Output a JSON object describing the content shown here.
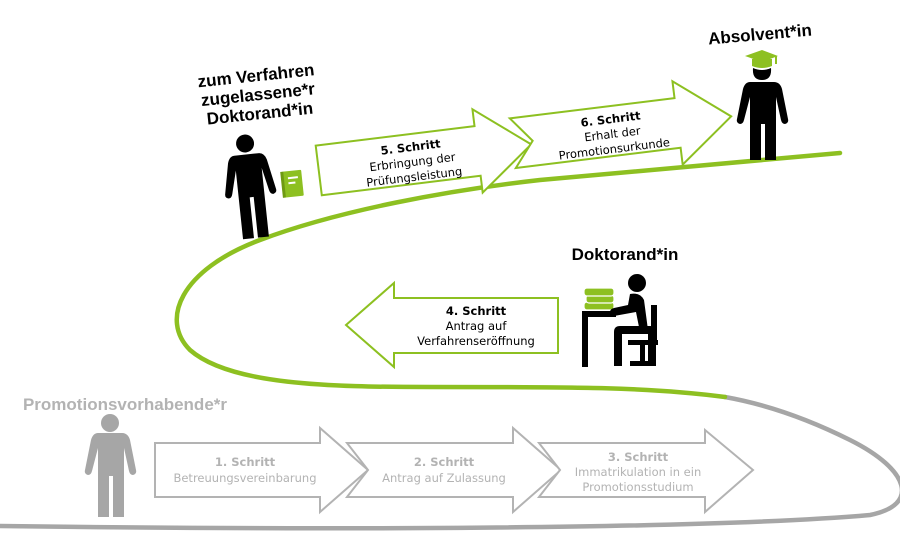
{
  "colors": {
    "green": "#8dc021",
    "gray": "#a6a6a6",
    "gray_text": "#b3b3b3",
    "black": "#000000"
  },
  "roles": {
    "promotionsvorhabende": {
      "label": "Promotionsvorhabende*r",
      "icon": "standing-person-icon"
    },
    "doktorand": {
      "label": "Doktorand*in",
      "icon": "seated-person-with-books-icon"
    },
    "zugelassen": {
      "line1": "zum Verfahren",
      "line2": "zugelassene*r",
      "line3": "Doktorand*in",
      "icon": "person-with-book-icon"
    },
    "absolvent": {
      "label": "Absolvent*in",
      "icon": "graduate-person-icon"
    }
  },
  "steps": [
    {
      "title": "1. Schritt",
      "line1": "Betreuungsvereinbarung",
      "line2": "",
      "status": "pending"
    },
    {
      "title": "2. Schritt",
      "line1": "Antrag auf Zulassung",
      "line2": "",
      "status": "pending"
    },
    {
      "title": "3. Schritt",
      "line1": "Immatrikulation in ein",
      "line2": "Promotionsstudium",
      "status": "pending"
    },
    {
      "title": "4. Schritt",
      "line1": "Antrag auf",
      "line2": "Verfahrenseröffnung",
      "status": "active"
    },
    {
      "title": "5. Schritt",
      "line1": "Erbringung der",
      "line2": "Prüfungsleistung",
      "status": "active"
    },
    {
      "title": "6. Schritt",
      "line1": "Erhalt der",
      "line2": "Promotionsurkunde",
      "status": "active"
    }
  ]
}
